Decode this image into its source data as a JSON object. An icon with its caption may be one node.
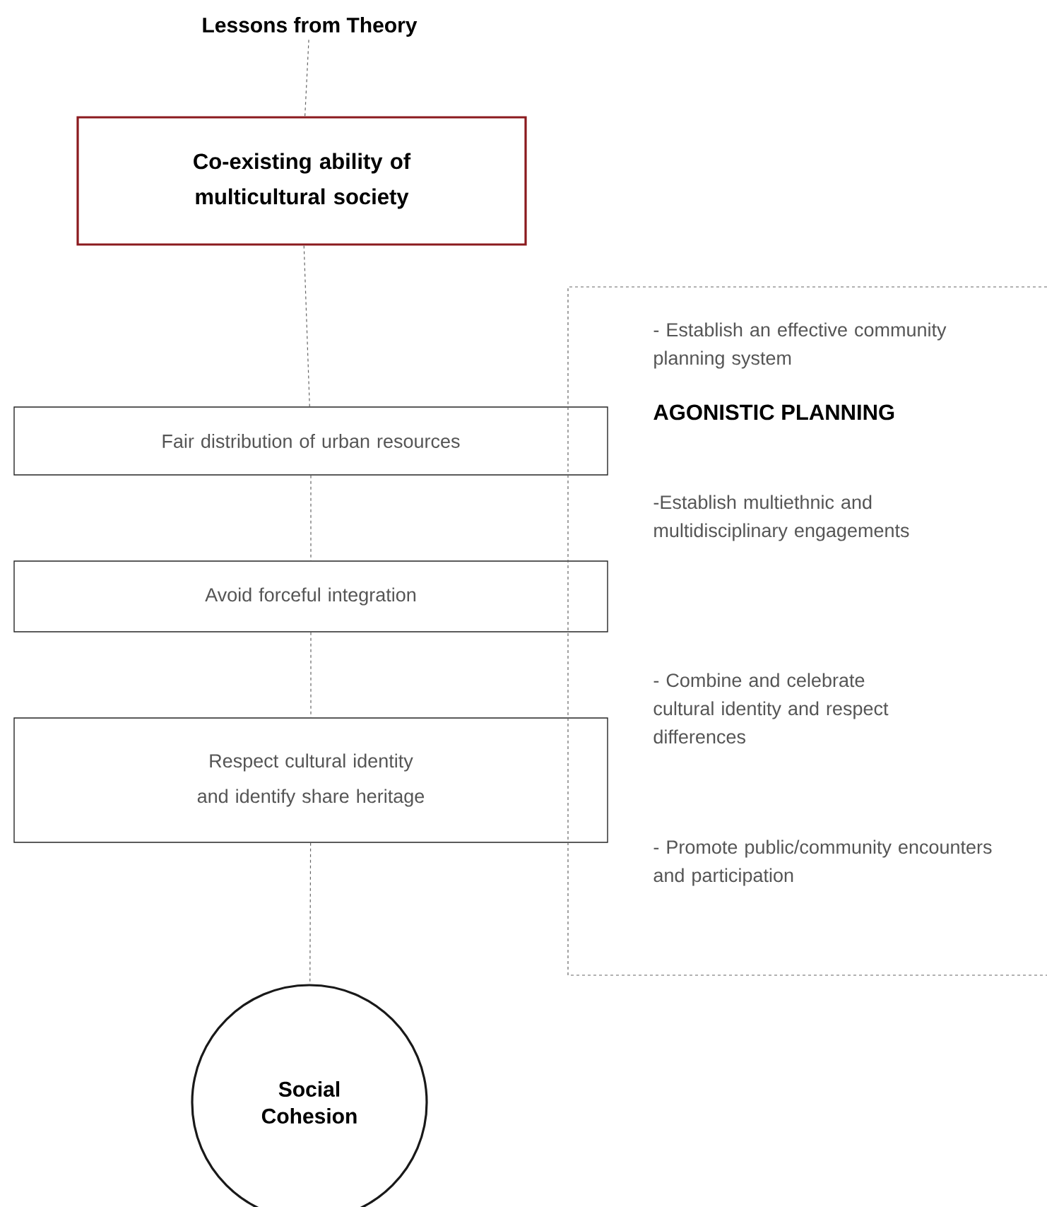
{
  "diagram": {
    "nodes": [
      {
        "text": [
          "Lessons from Theory"
        ]
      },
      {
        "text": [
          "Co-existing ability of multicultural society"
        ]
      },
      {
        "text": [
          "Fair distribution of urban resources"
        ]
      },
      {
        "text": [
          "Avoid forceful integration"
        ]
      },
      {
        "text": [
          "Respect cultural identity and identify share heritage"
        ]
      },
      {
        "text": [
          "Social Cohesion"
        ]
      },
      {
        "text": [
          "- Establish an effective community planning system",
          "AGONISTIC PLANNING",
          "-Establish multiethnic and multidisciplinary engagements",
          "- Combine and celebrate cultural identity and respect differences",
          "- Promote public/community encounters and participation"
        ]
      }
    ],
    "edges": [
      {
        "from": 0,
        "to": 1,
        "arrow": "none",
        "style": "dashed"
      },
      {
        "from": 1,
        "to": 2,
        "arrow": "none",
        "style": "dashed"
      },
      {
        "from": 2,
        "to": 3,
        "arrow": "none",
        "style": "dashed"
      },
      {
        "from": 3,
        "to": 4,
        "arrow": "none",
        "style": "dashed"
      },
      {
        "from": 4,
        "to": 5,
        "arrow": "none",
        "style": "dashed"
      }
    ]
  }
}
